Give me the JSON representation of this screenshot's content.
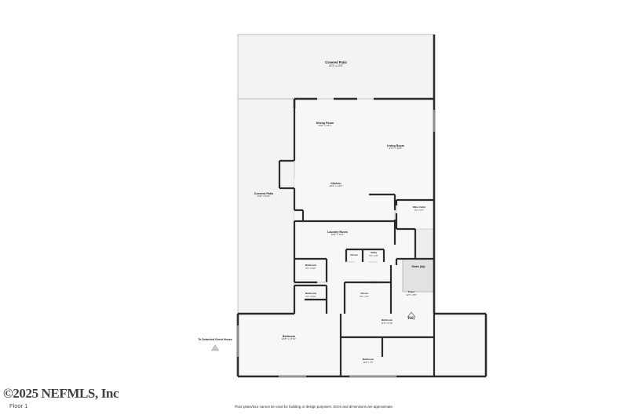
{
  "document": {
    "floor_label": "Floor 1",
    "watermark": "©2025 NEFMLS, Inc",
    "disclaimer": "Floor plans/tour cannot be used for building or design purposes. Sizes and dimensions are approximate."
  },
  "colors": {
    "wall": "#2b2b2b",
    "interior_fill": "#f7f7f7",
    "patio_fill": "#f4f4f4",
    "patio_border": "#b8b8b8",
    "stairs_fill": "#e2e2e2",
    "text": "#1a1a1a",
    "page_background": "#ffffff"
  },
  "rooms": [
    {
      "key": "covered_patio_north",
      "name": "Covered Patio",
      "dimensions": "42'3\" x 12'5\""
    },
    {
      "key": "covered_patio_west",
      "name": "Covered Patio",
      "dimensions": "11'6\" x 61'6\""
    },
    {
      "key": "dining_room",
      "name": "Dining Room",
      "dimensions": "12'6\" x 13'1\""
    },
    {
      "key": "living_room",
      "name": "Living Room",
      "dimensions": "17'7\" x 22'5\""
    },
    {
      "key": "kitchen",
      "name": "Kitchen",
      "dimensions": "20'2\" x 13'3\""
    },
    {
      "key": "wine_cellar",
      "name": "Wine Cellar",
      "dimensions": "6'2\" x 6'7\""
    },
    {
      "key": "laundry_room",
      "name": "Laundry Room",
      "dimensions": "18'2\" x 9'11\""
    },
    {
      "key": "closet_utility",
      "name": "Closet",
      "dimensions": ""
    },
    {
      "key": "utility",
      "name": "Utility",
      "dimensions": "3'4\" x 2'6\""
    },
    {
      "key": "bathroom_upper",
      "name": "Bathroom",
      "dimensions": "6'9\" x 5'10\""
    },
    {
      "key": "bathroom_mid",
      "name": "Bathroom",
      "dimensions": "6'9\" x 5'10\""
    },
    {
      "key": "closet_hall",
      "name": "Closet",
      "dimensions": "6'8\" x 4'5\""
    },
    {
      "key": "foyer",
      "name": "Foyer",
      "dimensions": "12'9\" x 8'6\""
    },
    {
      "key": "bathroom_lower",
      "name": "Bathroom",
      "dimensions": "11'8\" x 6'10\""
    },
    {
      "key": "bathroom_bottom",
      "name": "Bathroom",
      "dimensions": "11'8\" x 7'5\""
    },
    {
      "key": "bedroom",
      "name": "Bedroom",
      "dimensions": "22'8\" x 17'11\""
    }
  ],
  "markers": {
    "stairs": "Stairs (Up)",
    "entry": "Entry",
    "guest_house": "To Detached Guest House"
  }
}
